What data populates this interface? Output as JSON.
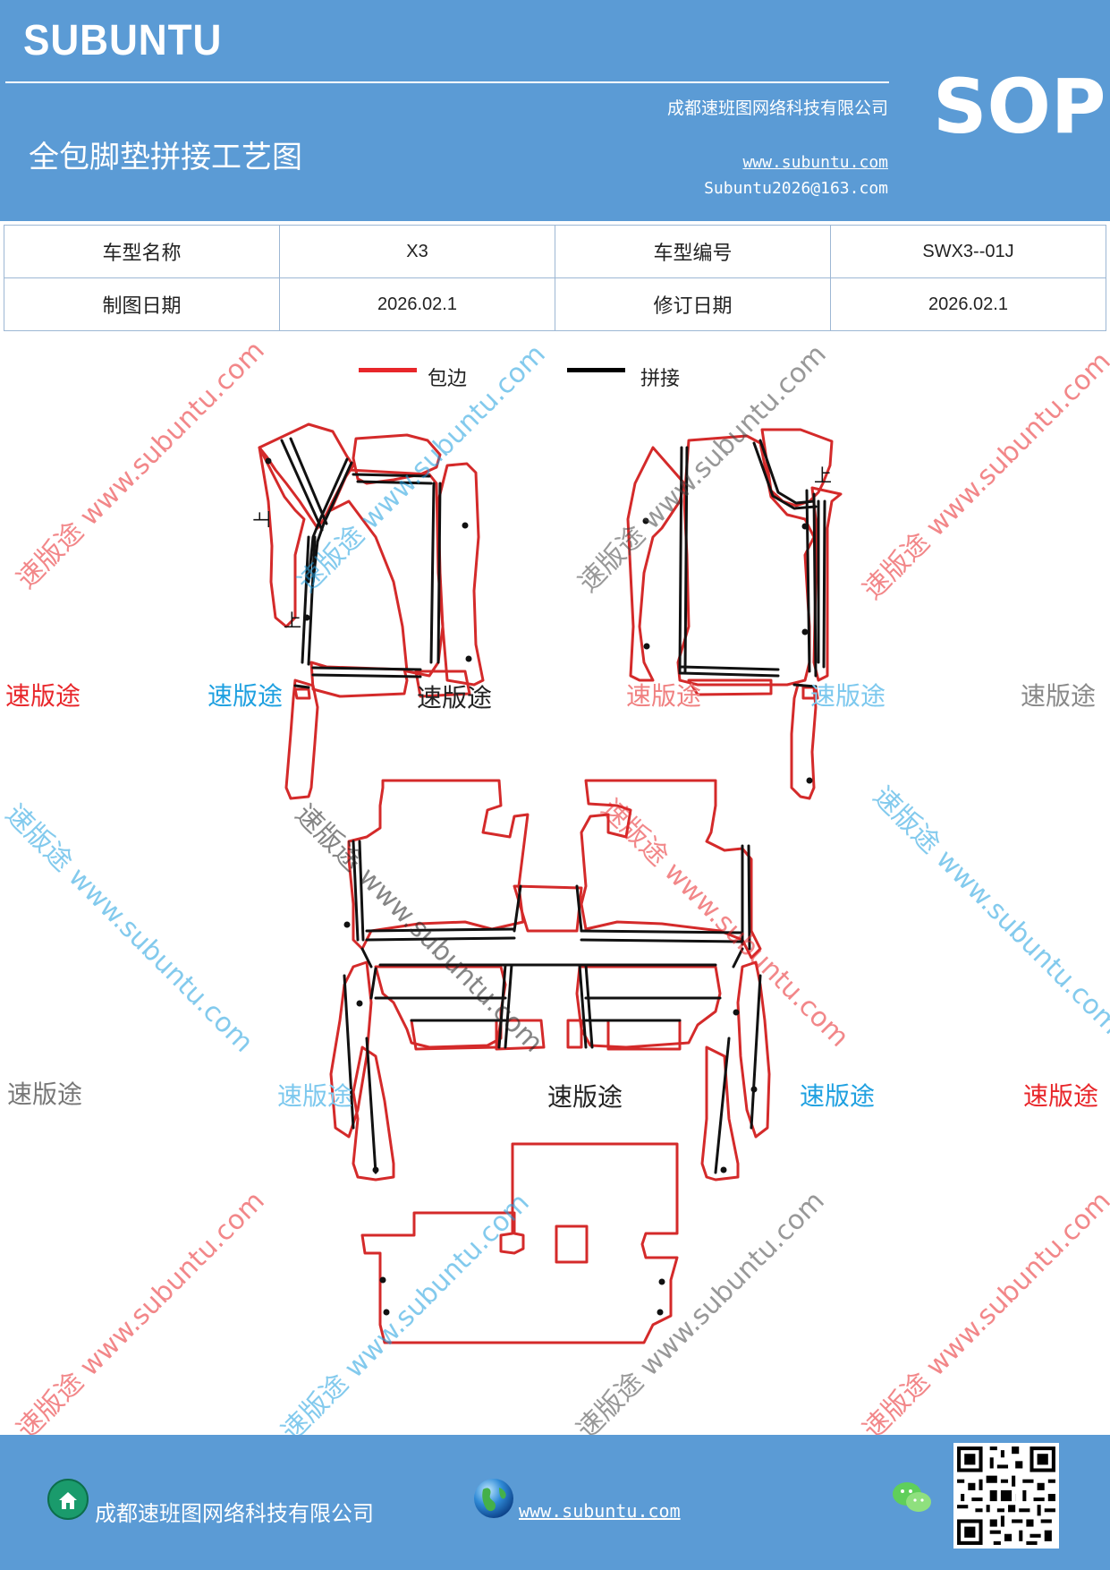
{
  "header": {
    "brand": "SUBUNTU",
    "company": "成都速班图网络科技有限公司",
    "sop": "SOP",
    "title": "全包脚垫拼接工艺图",
    "website": "www.subuntu.com",
    "email": "Subuntu2026@163.com"
  },
  "info_table": {
    "rows": [
      [
        "车型名称",
        "X3",
        "车型编号",
        "SWX3--01J"
      ],
      [
        "制图日期",
        "2026.02.1",
        "修订日期",
        "2026.02.1"
      ]
    ]
  },
  "legend": {
    "items": [
      {
        "label": "包边",
        "color": "#e8262a"
      },
      {
        "label": "拼接",
        "color": "#000000"
      }
    ]
  },
  "diagram": {
    "marker_up": "上",
    "red_color": "#d42a2a",
    "black_color": "#111111"
  },
  "watermarks": {
    "flat": "速版途",
    "diagonal": "速版途 www.subuntu.com"
  },
  "footer": {
    "company": "成都速班图网络科技有限公司",
    "website": "www.subuntu.com"
  },
  "icons": [
    "house-icon",
    "globe-icon",
    "wechat-icon",
    "qr-code"
  ]
}
